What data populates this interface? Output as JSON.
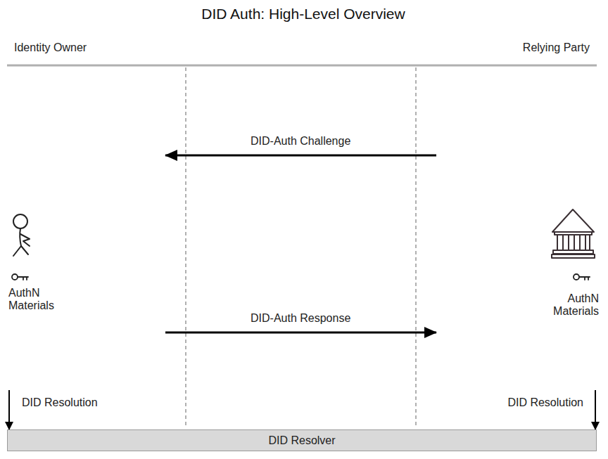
{
  "diagram": {
    "title": "DID Auth: High-Level Overview",
    "nodes": [
      {
        "text": [
          "Identity Owner",
          "AuthN Materials"
        ]
      },
      {
        "text": [
          "Relying Party",
          "AuthN Materials"
        ]
      },
      {
        "text": [
          "DID Resolver"
        ]
      }
    ],
    "edges": [
      {
        "from": 1,
        "to": 0,
        "label": "DID-Auth Challenge",
        "arrow": "to"
      },
      {
        "from": 0,
        "to": 1,
        "label": "DID-Auth Response",
        "arrow": "to"
      },
      {
        "from": 0,
        "to": 2,
        "label": "DID Resolution",
        "arrow": "to"
      },
      {
        "from": 1,
        "to": 2,
        "label": "DID Resolution",
        "arrow": "to"
      }
    ]
  }
}
